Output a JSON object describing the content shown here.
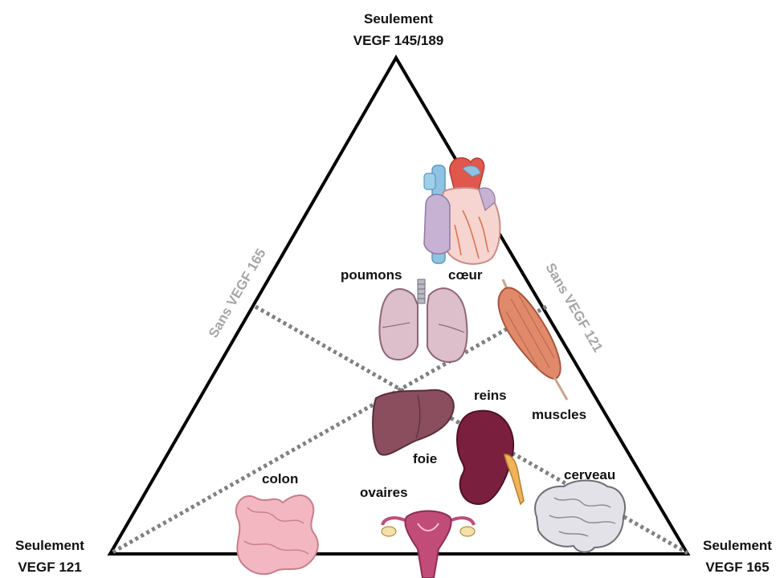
{
  "vertices": {
    "top": {
      "line1": "Seulement",
      "line2": "VEGF 145/189"
    },
    "bottom_left": {
      "line1": "Seulement",
      "line2": "VEGF 121"
    },
    "bottom_right": {
      "line1": "Seulement",
      "line2": "VEGF 165"
    }
  },
  "edges": {
    "left": "Sans VEGF 165",
    "right": "Sans VEGF 121"
  },
  "organs": {
    "coeur": "cœur",
    "poumons": "poumons",
    "muscles": "muscles",
    "reins": "reins",
    "foie": "foie",
    "cerveau": "cerveau",
    "colon": "colon",
    "ovaires": "ovaires"
  },
  "colors": {
    "triangle": "#000000",
    "divider": "#808080",
    "edge_label": "#a6a6a6",
    "heart": "#e06b55",
    "lung": "#d9b3c1",
    "muscle": "#e08a6b",
    "liver": "#8a4e5e",
    "kidney": "#7a1f3d",
    "brain": "#e2e2e8",
    "colon": "#f2b7c0",
    "ovary": "#c24c78"
  }
}
